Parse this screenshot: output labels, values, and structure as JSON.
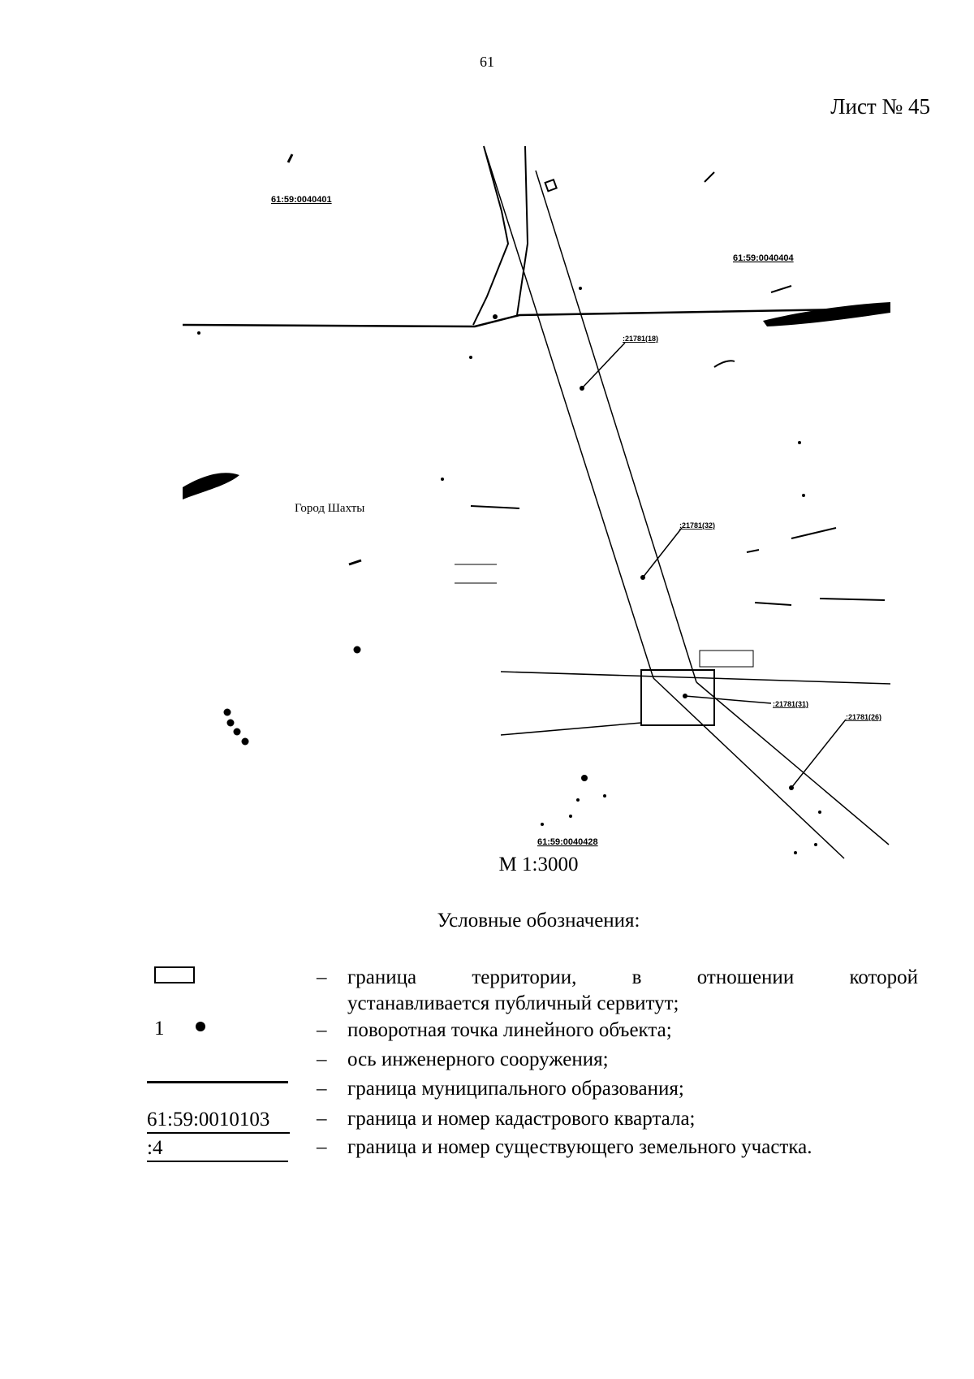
{
  "page_number": "61",
  "sheet_label": "Лист № 45",
  "map": {
    "labels": {
      "quarter_1": "61:59:0040401",
      "quarter_2": "61:59:0040404",
      "quarter_3": "61:59:0040428",
      "parcel_1": ":21781(18)",
      "parcel_2": ":21781(32)",
      "parcel_3": ":21781(31)",
      "parcel_4": ":21781(26)",
      "city": "Город Шахты"
    }
  },
  "scale": "М 1:3000",
  "legend": {
    "title": "Условные обозначения:",
    "dash": "–",
    "items": [
      {
        "text_a": "граница территории, в отношении которой",
        "text_b": "устанавливается публичный сервитут;"
      },
      {
        "symbol_number": "1",
        "text": "поворотная точка линейного объекта;"
      },
      {
        "text": "ось инженерного сооружения;"
      },
      {
        "text": "граница муниципального образования;"
      },
      {
        "symbol_text": "61:59:0010103",
        "text": "граница и номер кадастрового квартала;"
      },
      {
        "symbol_text": ":4",
        "text": "граница и номер существующего земельного участка."
      }
    ]
  }
}
